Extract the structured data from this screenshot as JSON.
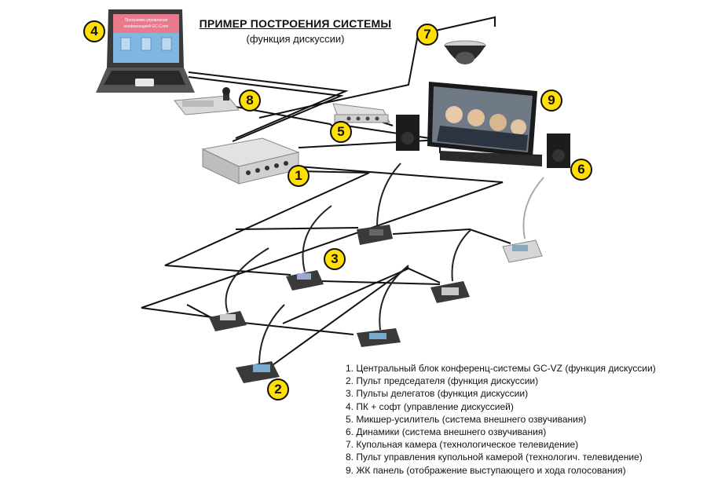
{
  "title": "ПРИМЕР ПОСТРОЕНИЯ СИСТЕМЫ",
  "subtitle": "(функция дискуссии)",
  "laptop_screen": {
    "header_line1": "Программа управления",
    "header_line2": "конференцией GC-Conn"
  },
  "badges": [
    "1",
    "2",
    "3",
    "4",
    "5",
    "6",
    "7",
    "8",
    "9"
  ],
  "legend": [
    "1. Центральный блок конференц-системы GC-VZ (функция дискуссии)",
    "2. Пульт председателя (функция дискуссии)",
    "3. Пульты делегатов (функция дискуссии)",
    "4. ПК + софт (управление дискуссией)",
    "5. Микшер-усилитель (система внешнего озвучивания)",
    "6. Динамики (система внешнего озвучивания)",
    "7. Купольная камера (технологическое телевидение)",
    "8. Пульт управления купольной камерой (технологич. телевидение)",
    "9. ЖК панель (отображение выступающего и хода голосования)"
  ],
  "colors": {
    "badge_fill": "#ffe000",
    "line": "#111111",
    "laptop_screen_header": "#e87a8c",
    "laptop_screen_body": "#7fb7e0"
  }
}
